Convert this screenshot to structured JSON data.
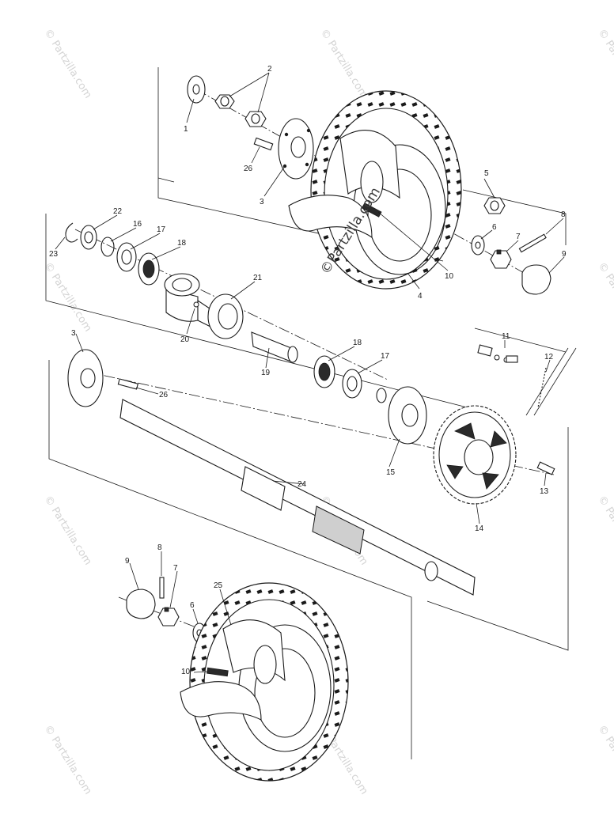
{
  "watermark": {
    "text": "© Partzilla.com"
  },
  "center_watermark": "©Partzilla.com",
  "parts": [
    {
      "id": "p1",
      "label": "1"
    },
    {
      "id": "p2",
      "label": "2"
    },
    {
      "id": "p3a",
      "label": "3"
    },
    {
      "id": "p4",
      "label": "4"
    },
    {
      "id": "p5",
      "label": "5"
    },
    {
      "id": "p6a",
      "label": "6"
    },
    {
      "id": "p7a",
      "label": "7"
    },
    {
      "id": "p8a",
      "label": "8"
    },
    {
      "id": "p9a",
      "label": "9"
    },
    {
      "id": "p10a",
      "label": "10"
    },
    {
      "id": "p26a",
      "label": "26"
    },
    {
      "id": "p22",
      "label": "22"
    },
    {
      "id": "p16",
      "label": "16"
    },
    {
      "id": "p17a",
      "label": "17"
    },
    {
      "id": "p18a",
      "label": "18"
    },
    {
      "id": "p23",
      "label": "23"
    },
    {
      "id": "p21",
      "label": "21"
    },
    {
      "id": "p20",
      "label": "20"
    },
    {
      "id": "p19",
      "label": "19"
    },
    {
      "id": "p18b",
      "label": "18"
    },
    {
      "id": "p17b",
      "label": "17"
    },
    {
      "id": "p11",
      "label": "11"
    },
    {
      "id": "p12",
      "label": "12"
    },
    {
      "id": "p3b",
      "label": "3"
    },
    {
      "id": "p26b",
      "label": "26"
    },
    {
      "id": "p15",
      "label": "15"
    },
    {
      "id": "p14",
      "label": "14"
    },
    {
      "id": "p13",
      "label": "13"
    },
    {
      "id": "p24",
      "label": "24"
    },
    {
      "id": "p9b",
      "label": "9"
    },
    {
      "id": "p8b",
      "label": "8"
    },
    {
      "id": "p7b",
      "label": "7"
    },
    {
      "id": "p6b",
      "label": "6"
    },
    {
      "id": "p25",
      "label": "25"
    },
    {
      "id": "p10b",
      "label": "10"
    }
  ]
}
